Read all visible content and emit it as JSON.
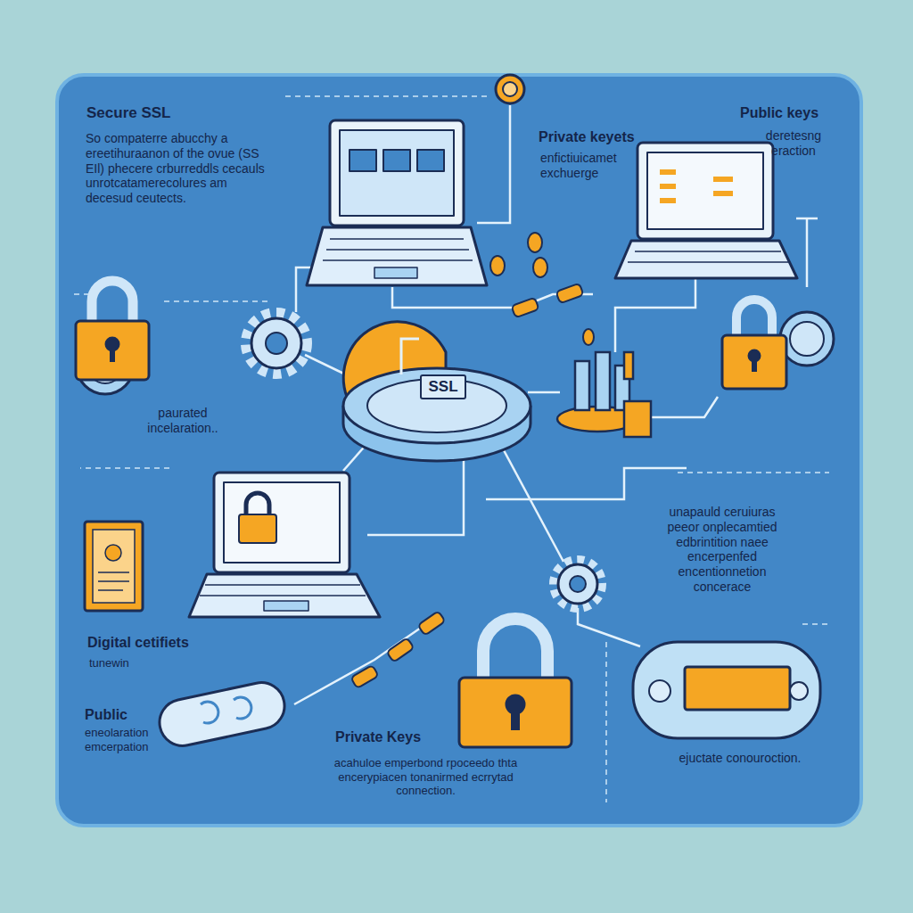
{
  "diagram": {
    "title": "Secure SSL",
    "nodes": [
      {
        "text": [
          "SSL"
        ]
      }
    ],
    "labels": [
      "So compaterre abucchy a ereetihuraanon of the ovue (SS EIl) phecere crburreddls cecauls unrotcatamerecolures am decesud ceutects.",
      "Private keyets",
      "enfictiuicamet exchuerge",
      "Public keys",
      "deretesng eraction",
      "paurated incelaration..",
      "unapauld ceruiuras peeor onplecamtied edbrintition naee encerpenfed encentionnetion concerace",
      "Digital cetifiets",
      "tunewin",
      "Public",
      "eneolaration emcerpation",
      "Private Keys",
      "acahuloe emperbond rpoceedo thta encerypiacen tonanirmed ecrrytad connection.",
      "ejuctate conouroction."
    ]
  }
}
